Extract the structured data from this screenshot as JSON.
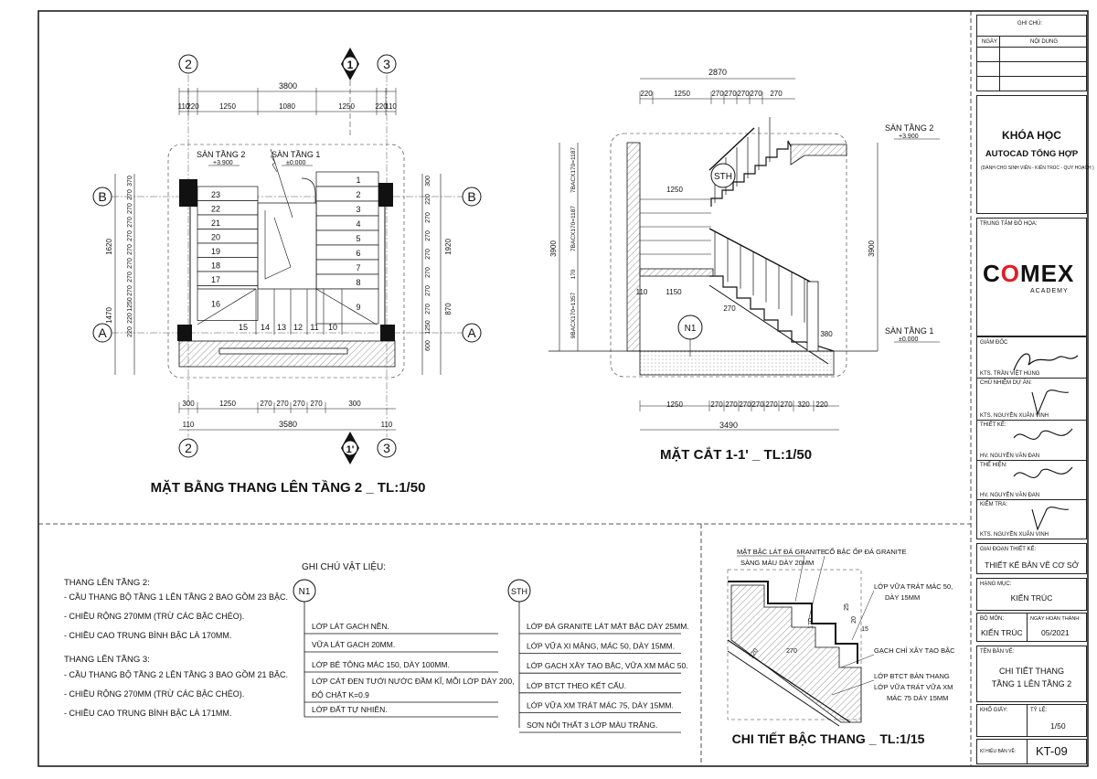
{
  "plan": {
    "title": "MẶT BẰNG THANG LÊN TẦNG 2 _ TL:1/50",
    "grid": {
      "g2": "2",
      "g3": "3",
      "gb": "B",
      "ga": "A",
      "sec": "1",
      "sec2": "1'"
    },
    "dims_top_total": "3800",
    "dims_top": [
      "110",
      "220",
      "1250",
      "1080",
      "1250",
      "220",
      "110"
    ],
    "dims_bottom": [
      "300",
      "1250",
      "270",
      "270",
      "270",
      "270",
      "300"
    ],
    "dims_bottom_total": "3580",
    "dims_bottom_outer": [
      "110",
      "110"
    ],
    "dims_left": [
      "370",
      "270",
      "270",
      "270",
      "270",
      "270",
      "270",
      "270",
      "270",
      "1250",
      "220",
      "220"
    ],
    "dims_left_totals": [
      "1620",
      "1470"
    ],
    "dims_right": [
      "300",
      "220",
      "270",
      "270",
      "270",
      "270",
      "270",
      "270",
      "1250",
      "600"
    ],
    "dims_right_totals": [
      "1920",
      "870"
    ],
    "floor2_label": "SÀN TẦNG 2",
    "floor2_level": "+3.900",
    "floor1_label": "SÀN TẦNG 1",
    "floor1_level": "±0.000",
    "steps_right": [
      "1",
      "2",
      "3",
      "4",
      "5",
      "6",
      "7",
      "8",
      "9"
    ],
    "steps_left": [
      "23",
      "22",
      "21",
      "20",
      "19",
      "18",
      "17",
      "16"
    ],
    "steps_bottom": [
      "15",
      "14",
      "13",
      "12",
      "11",
      "10"
    ]
  },
  "section": {
    "title": "MẶT CẮT 1-1' _ TL:1/50",
    "dims_top_total": "2870",
    "dims_top": [
      "220",
      "1250",
      "270",
      "270",
      "270",
      "270",
      "270"
    ],
    "dims_bottom": [
      "1250",
      "270",
      "270",
      "270",
      "270",
      "270",
      "270",
      "320",
      "220"
    ],
    "dims_bottom_total": "3490",
    "dims_left": [
      "7BACX170=1187",
      "7BACX170=1187",
      "170",
      "9BACX170=1357"
    ],
    "dims_left_total": "3900",
    "dims_right_total": "3900",
    "inner": [
      "1250",
      "110",
      "1150",
      "270",
      "380"
    ],
    "floor2_label": "SÀN TẦNG 2",
    "floor2_level": "+3.900",
    "floor1_label": "SÀN TẦNG 1",
    "floor1_level": "±0.000",
    "tag_sth": "STH",
    "tag_n1": "N1"
  },
  "notes": {
    "stair2_title": "THANG LÊN TẦNG 2:",
    "stair2": [
      "- CẦU THANG BỘ TẦNG 1 LÊN TẦNG 2 BAO GỒM 23 BẬC.",
      "- CHIỀU RỘNG 270MM (TRỪ CÁC BẬC CHÉO).",
      "- CHIỀU CAO TRUNG BÌNH BẬC LÀ 170MM."
    ],
    "stair3_title": "THANG LÊN TẦNG 3:",
    "stair3": [
      "- CẦU THANG BỘ TẦNG 2 LÊN TẦNG 3 BAO GỒM 21 BẬC.",
      "- CHIỀU RỘNG 270MM (TRỪ CÁC BẬC CHÉO).",
      "- CHIỀU CAO TRUNG BÌNH BẬC LÀ 171MM."
    ]
  },
  "materials": {
    "title": "GHI CHÚ VẬT LIỆU:",
    "n1_tag": "N1",
    "n1": [
      "LỚP LÁT GẠCH NỀN.",
      "VỮA LÁT GẠCH 20MM.",
      "LỚP BÊ TÔNG MÁC 150, DÀY 100MM.",
      "LỚP CÁT ĐEN TƯỚI NƯỚC ĐẦM KĨ, MỖI LỚP DÀY 200,",
      "ĐỘ CHẶT K=0.9",
      "LỚP ĐẤT TỰ NHIÊN."
    ],
    "sth_tag": "STH",
    "sth": [
      "LỚP ĐÁ GRANITE LÁT MẶT BẬC DÀY 25MM.",
      "LỚP VỮA XI MĂNG, MÁC 50, DÀY 15MM.",
      "LỚP GẠCH XÂY TẠO BẬC, VỮA XM MÁC 50.",
      "LỚP BTCT THEO KẾT CẤU.",
      "LỚP VỮA XM TRÁT MÁC 75, DÀY 15MM.",
      "SƠN NỘI THẤT 3 LỚP MÀU TRẮNG."
    ]
  },
  "detail": {
    "title": "CHI TIẾT BẬC THANG _ TL:1/15",
    "labels": [
      "MẶT BẬC LÁT ĐÁ GRANITE",
      "SÀNG MÀU DÀY 20MM",
      "CỔ BẬC ỐP ĐÁ GRANITE",
      "LỚP VỮA TRÁT MÁC 50,",
      "DÀY 15MM",
      "GẠCH CHỈ XÂY TẠO BẬC",
      "LỚP BTCT BẢN THANG",
      "LỚP VỮA TRÁT VỮA XM",
      "MÁC 75 DÀY 15MM"
    ],
    "dims": [
      "170",
      "25",
      "20",
      "15",
      "120",
      "270"
    ]
  },
  "titleblock": {
    "notes_title": "GHI CHÚ:",
    "col_date": "NGÀY",
    "col_content": "NỘI DUNG",
    "course1": "KHÓA HỌC",
    "course2": "AUTOCAD TỔNG HỢP",
    "course3": "(DÀNH CHO SINH VIÊN - KIẾN TRÚC - QUY HOẠCH )",
    "center": "TRUNG TÂM ĐỒ HỌA:",
    "logo": "COMEX",
    "logo_sub": "ACADEMY",
    "director": "GIÁM ĐỐC",
    "director_name": "KTS. TRẦN VIỆT HÙNG",
    "pm": "CHỦ NHIỆM DỰ ÁN:",
    "pm_name": "KTS. NGUYỄN XUÂN VINH",
    "design": "THIẾT KẾ:",
    "design_name": "HV. NGUYỄN VĂN ĐAN",
    "drawn": "THỂ HIỆN:",
    "drawn_name": "HV. NGUYỄN VĂN ĐAN",
    "check": "KIỂM TRA:",
    "check_name": "KTS. NGUYỄN XUÂN VINH",
    "phase": "GIAI ĐOẠN THIẾT KẾ:",
    "phase_val": "THIẾT KẾ BẢN VẼ CƠ SỞ",
    "item": "HẠNG MỤC:",
    "item_val": "KIẾN TRÚC",
    "dept": "BỘ MÔN:",
    "dept_val": "KIẾN TRÚC",
    "done": "NGÀY HOÀN THÀNH:",
    "done_val": "05/2021",
    "sheet_name": "TÊN BẢN VẼ:",
    "sheet_val1": "CHI TIẾT THANG",
    "sheet_val2": "TẦNG 1 LÊN TẦNG 2",
    "paper": "KHỔ GIẤY:",
    "scale": "TỶ LỆ:",
    "scale_val": "1/50",
    "code": "KÍ HIỆU BẢN VẼ:",
    "code_val": "KT-09"
  },
  "colors": {
    "line": "#111111",
    "accent": "#e31b23",
    "hatch": "#8a8a8a",
    "fill": "#d9d9d9"
  }
}
